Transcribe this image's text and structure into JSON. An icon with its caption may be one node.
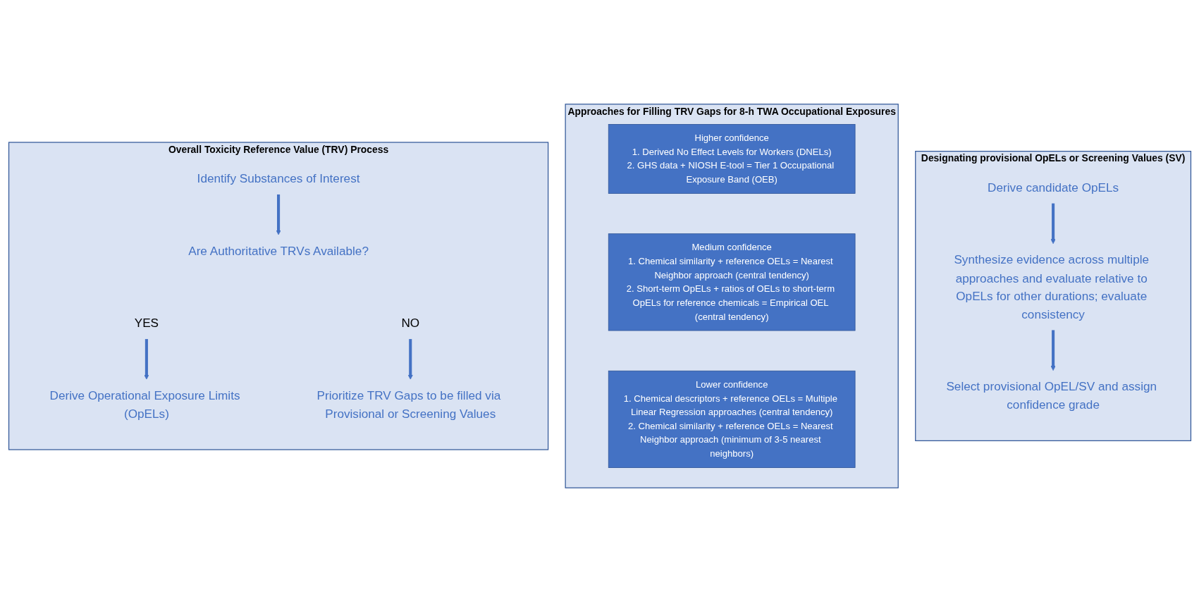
{
  "diagram": {
    "nodes": [
      {
        "text": [
          "Overall Toxicity Reference Value (TRV) Process"
        ]
      },
      {
        "text": [
          "Identify Substances of Interest"
        ],
        "in": 0
      },
      {
        "text": [
          "Are Authoritative TRVs Available?"
        ],
        "in": 0
      },
      {
        "text": [
          "YES"
        ],
        "in": 0
      },
      {
        "text": [
          "NO"
        ],
        "in": 0
      },
      {
        "text": [
          "Derive Operational Exposure Limits (OpELs)"
        ],
        "in": 0
      },
      {
        "text": [
          "Prioritize TRV Gaps to be filled via Provisional or Screening Values"
        ],
        "in": 0
      },
      {
        "text": [
          "Approaches for Filling TRV Gaps for 8-h TWA Occupational Exposures"
        ]
      },
      {
        "text": [
          "Higher confidence",
          "1. Derived No Effect Levels for Workers (DNELs)",
          "2. GHS data + NIOSH E-tool = Tier 1 Occupational Exposure Band (OEB)"
        ],
        "in": 7
      },
      {
        "text": [
          "Medium confidence",
          "1. Chemical similarity + reference OELs = Nearest Neighbor approach (central tendency)",
          "2. Short-term OpELs + ratios of OELs to short-term OpELs for reference chemicals = Empirical OEL (central tendency)"
        ],
        "in": 7
      },
      {
        "text": [
          "Lower confidence",
          "1. Chemical descriptors + reference OELs = Multiple Linear Regression approaches (central tendency)",
          "2. Chemical similarity + reference OELs = Nearest Neighbor approach (minimum of 3-5 nearest neighbors)"
        ],
        "in": 7
      },
      {
        "text": [
          "Designating provisional OpELs or Screening Values (SV)"
        ]
      },
      {
        "text": [
          "Derive candidate OpELs"
        ],
        "in": 11
      },
      {
        "text": [
          "Synthesize evidence across multiple approaches and evaluate relative to OpELs for other durations; evaluate consistency"
        ],
        "in": 11
      },
      {
        "text": [
          "Select provisional OpEL/SV and assign confidence grade"
        ],
        "in": 11
      }
    ],
    "edges": [
      {
        "from": 1,
        "to": 2,
        "arrow": "to"
      },
      {
        "from": 3,
        "to": 5,
        "arrow": "to"
      },
      {
        "from": 4,
        "to": 6,
        "arrow": "to"
      },
      {
        "from": 12,
        "to": 13,
        "arrow": "to"
      },
      {
        "from": 13,
        "to": 14,
        "arrow": "to"
      }
    ]
  }
}
